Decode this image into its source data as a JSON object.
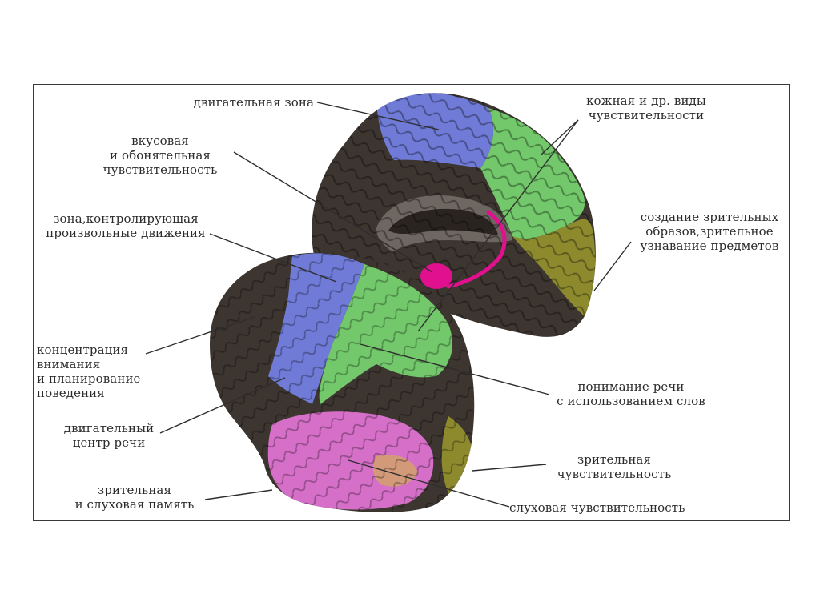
{
  "labels": {
    "motor_zone": {
      "lines": [
        "двигательная зона"
      ]
    },
    "skin_sensitivity": {
      "lines": [
        "кожная и др. виды",
        "чувствительности"
      ]
    },
    "taste_smell": {
      "lines": [
        "вкусовая",
        "и обонятельная",
        "чувствительность"
      ]
    },
    "voluntary_movements": {
      "lines": [
        "зона,контролирующая",
        "произвольные движения"
      ]
    },
    "visual_images": {
      "lines": [
        "создание зрительных",
        "образов,зрительное",
        "узнавание предметов"
      ]
    },
    "attention_planning": {
      "lines": [
        "концентрация",
        "внимания",
        "и планирование",
        "поведения"
      ]
    },
    "speech_understanding": {
      "lines": [
        "понимание речи",
        "с использованием слов"
      ]
    },
    "motor_speech_center": {
      "lines": [
        "двигательный",
        "центр речи"
      ]
    },
    "visual_sensitivity": {
      "lines": [
        "зрительная",
        "чувствительность"
      ]
    },
    "visual_auditory_memory": {
      "lines": [
        "зрительная",
        "и слуховая память"
      ]
    },
    "auditory_sensitivity": {
      "lines": [
        "слуховая чувствительность"
      ]
    }
  },
  "colors": {
    "cortex_dark": "#3d3530",
    "motor_blue": "#6f7bd6",
    "sensory_green": "#72c86a",
    "temporal_pink": "#d56fc8",
    "visual_olive": "#8d8a2e",
    "limbic_magenta": "#e0108f",
    "leader_line": "#2e2e2e"
  }
}
